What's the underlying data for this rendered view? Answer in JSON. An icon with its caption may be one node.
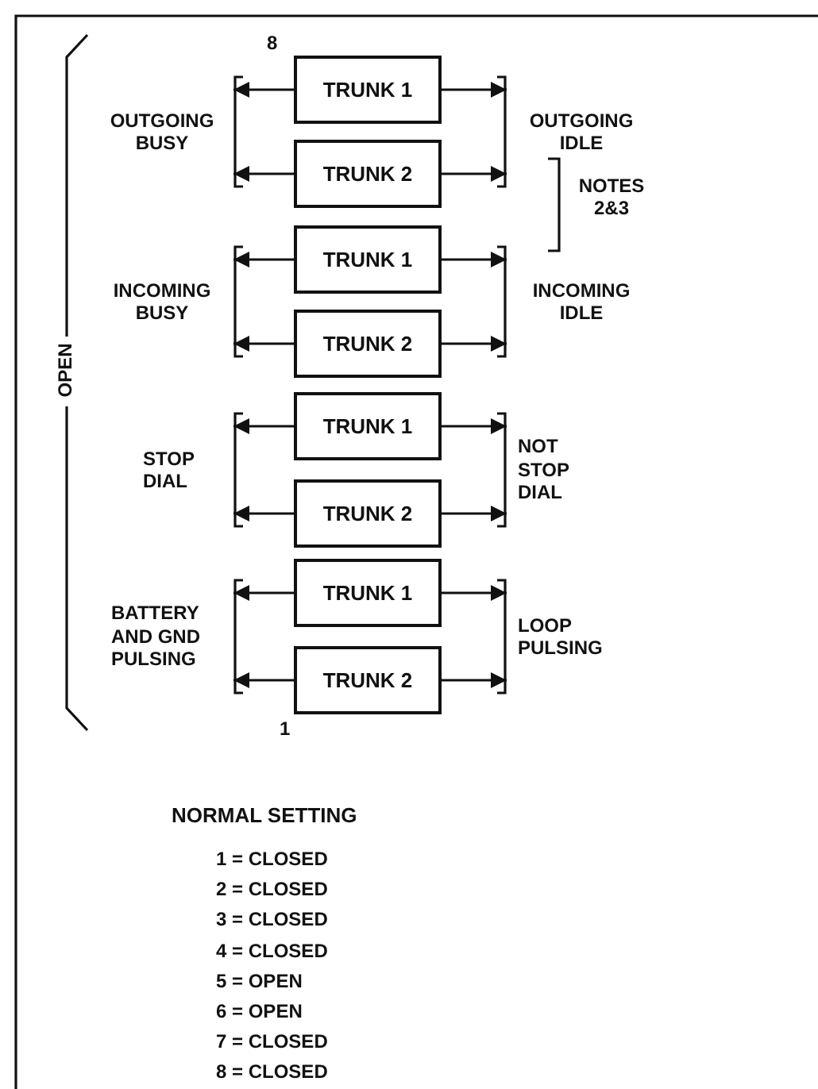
{
  "diagram": {
    "nodes": [
      {
        "text": [
          "OUTGOING BUSY"
        ]
      },
      {
        "text": [
          "TRUNK 1"
        ]
      },
      {
        "text": [
          "TRUNK 2"
        ]
      },
      {
        "text": [
          "OUTGOING IDLE"
        ]
      },
      {
        "text": [
          "INCOMING BUSY"
        ]
      },
      {
        "text": [
          "TRUNK 1"
        ]
      },
      {
        "text": [
          "TRUNK 2"
        ]
      },
      {
        "text": [
          "INCOMING IDLE"
        ]
      },
      {
        "text": [
          "STOP DIAL"
        ]
      },
      {
        "text": [
          "TRUNK 1"
        ]
      },
      {
        "text": [
          "TRUNK 2"
        ]
      },
      {
        "text": [
          "NOT STOP DIAL"
        ]
      },
      {
        "text": [
          "BATTERY AND GND PULSING"
        ]
      },
      {
        "text": [
          "TRUNK 1"
        ]
      },
      {
        "text": [
          "TRUNK 2"
        ]
      },
      {
        "text": [
          "LOOP PULSING"
        ]
      }
    ],
    "edges": [
      {
        "from": 1,
        "to": 0,
        "arrow": "to"
      },
      {
        "from": 1,
        "to": 3,
        "arrow": "to"
      },
      {
        "from": 2,
        "to": 0,
        "arrow": "to"
      },
      {
        "from": 2,
        "to": 3,
        "arrow": "to"
      },
      {
        "from": 5,
        "to": 4,
        "arrow": "to"
      },
      {
        "from": 5,
        "to": 7,
        "arrow": "to"
      },
      {
        "from": 6,
        "to": 4,
        "arrow": "to"
      },
      {
        "from": 6,
        "to": 7,
        "arrow": "to"
      },
      {
        "from": 9,
        "to": 8,
        "arrow": "to"
      },
      {
        "from": 9,
        "to": 11,
        "arrow": "to"
      },
      {
        "from": 10,
        "to": 8,
        "arrow": "to"
      },
      {
        "from": 10,
        "to": 11,
        "arrow": "to"
      },
      {
        "from": 13,
        "to": 12,
        "arrow": "to"
      },
      {
        "from": 13,
        "to": 15,
        "arrow": "to"
      },
      {
        "from": 14,
        "to": 12,
        "arrow": "to"
      },
      {
        "from": 14,
        "to": 15,
        "arrow": "to"
      }
    ],
    "labels": [
      "8",
      "OPEN",
      "NOTES 2&3",
      "1",
      "NORMAL SETTING",
      "1 = CLOSED",
      "2 = CLOSED",
      "3 = CLOSED",
      "4 = CLOSED",
      "5 = OPEN",
      "6 = OPEN",
      "7 = CLOSED",
      "8 = CLOSED"
    ]
  }
}
